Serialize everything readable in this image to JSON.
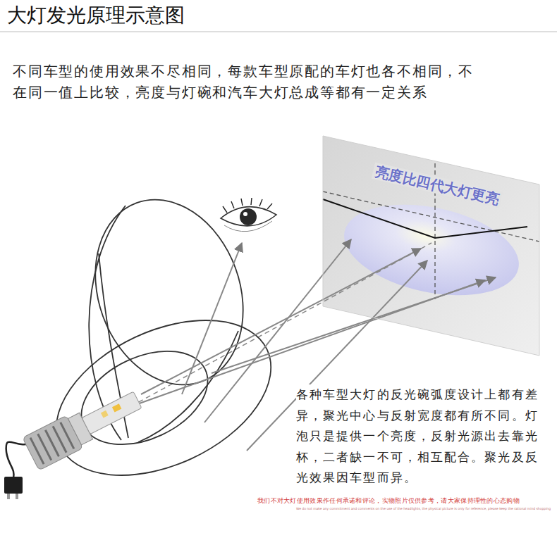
{
  "diagram": {
    "title": "大灯发光原理示意图",
    "nodes": [
      {
        "text": [
          "亮度比四代大灯更亮"
        ]
      }
    ],
    "labels": [
      "不同车型的使用效果不尽相同，每款车型原配的车灯也各不相同，不在同一值上比较，亮度与灯碗和汽车大灯总成等都有一定关系",
      "各种车型大灯的反光碗弧度设计上都有差异，聚光中心与反射宽度都有所不同。灯泡只是提供一个亮度，反射光源出去靠光杯，二者缺一不可，相互配合。聚光及反光效果因车型而异。",
      "我们不对大灯使用效果作任何承诺和评论，实物照片仅供参考，请大家保持理性的心态购物",
      "We do not make any commitment and comments on the use of the headlights, the physical picture is only for reference, please keep the rational mind shopping"
    ]
  }
}
